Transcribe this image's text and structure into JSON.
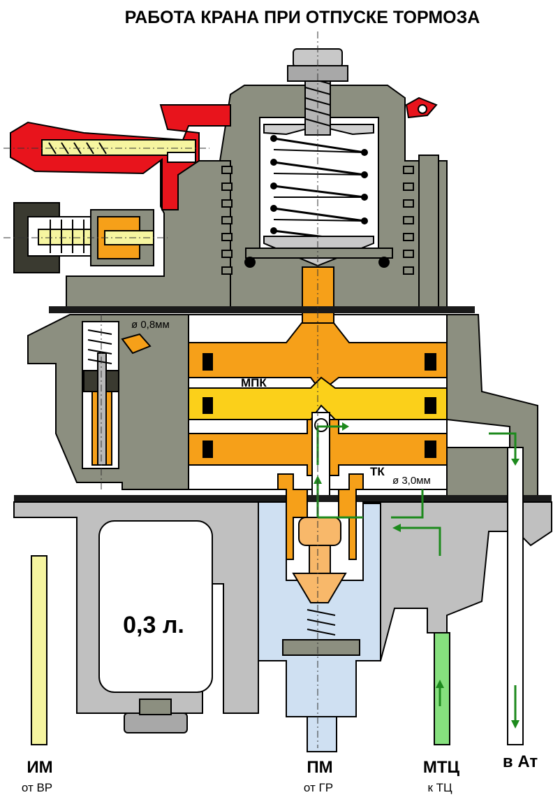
{
  "title": "РАБОТА КРАНА ПРИ ОТПУСКЕ ТОРМОЗА",
  "labels": {
    "mpk": "МПК",
    "tk": "ТК",
    "orifice_small": "ø 0,8мм",
    "orifice_large": "ø 3,0мм",
    "volume": "0,3 л."
  },
  "ports": {
    "im": {
      "name": "ИМ",
      "sub": "от ВР"
    },
    "pm": {
      "name": "ПМ",
      "sub": "от ГР"
    },
    "mtc": {
      "name": "МТЦ",
      "sub": "к ТЦ"
    },
    "at": {
      "name": "в Ат"
    }
  },
  "colors": {
    "body": "#8c8f80",
    "lower_body": "#c0c0c0",
    "handle": "#e8141c",
    "piston": "#f6a019",
    "piston_light": "#fbd01a",
    "supply": "#cfe0f2",
    "brake_cylinder": "#86e07e",
    "control": "#f6f5a0",
    "flow_arrow": "#1d8a1d"
  }
}
